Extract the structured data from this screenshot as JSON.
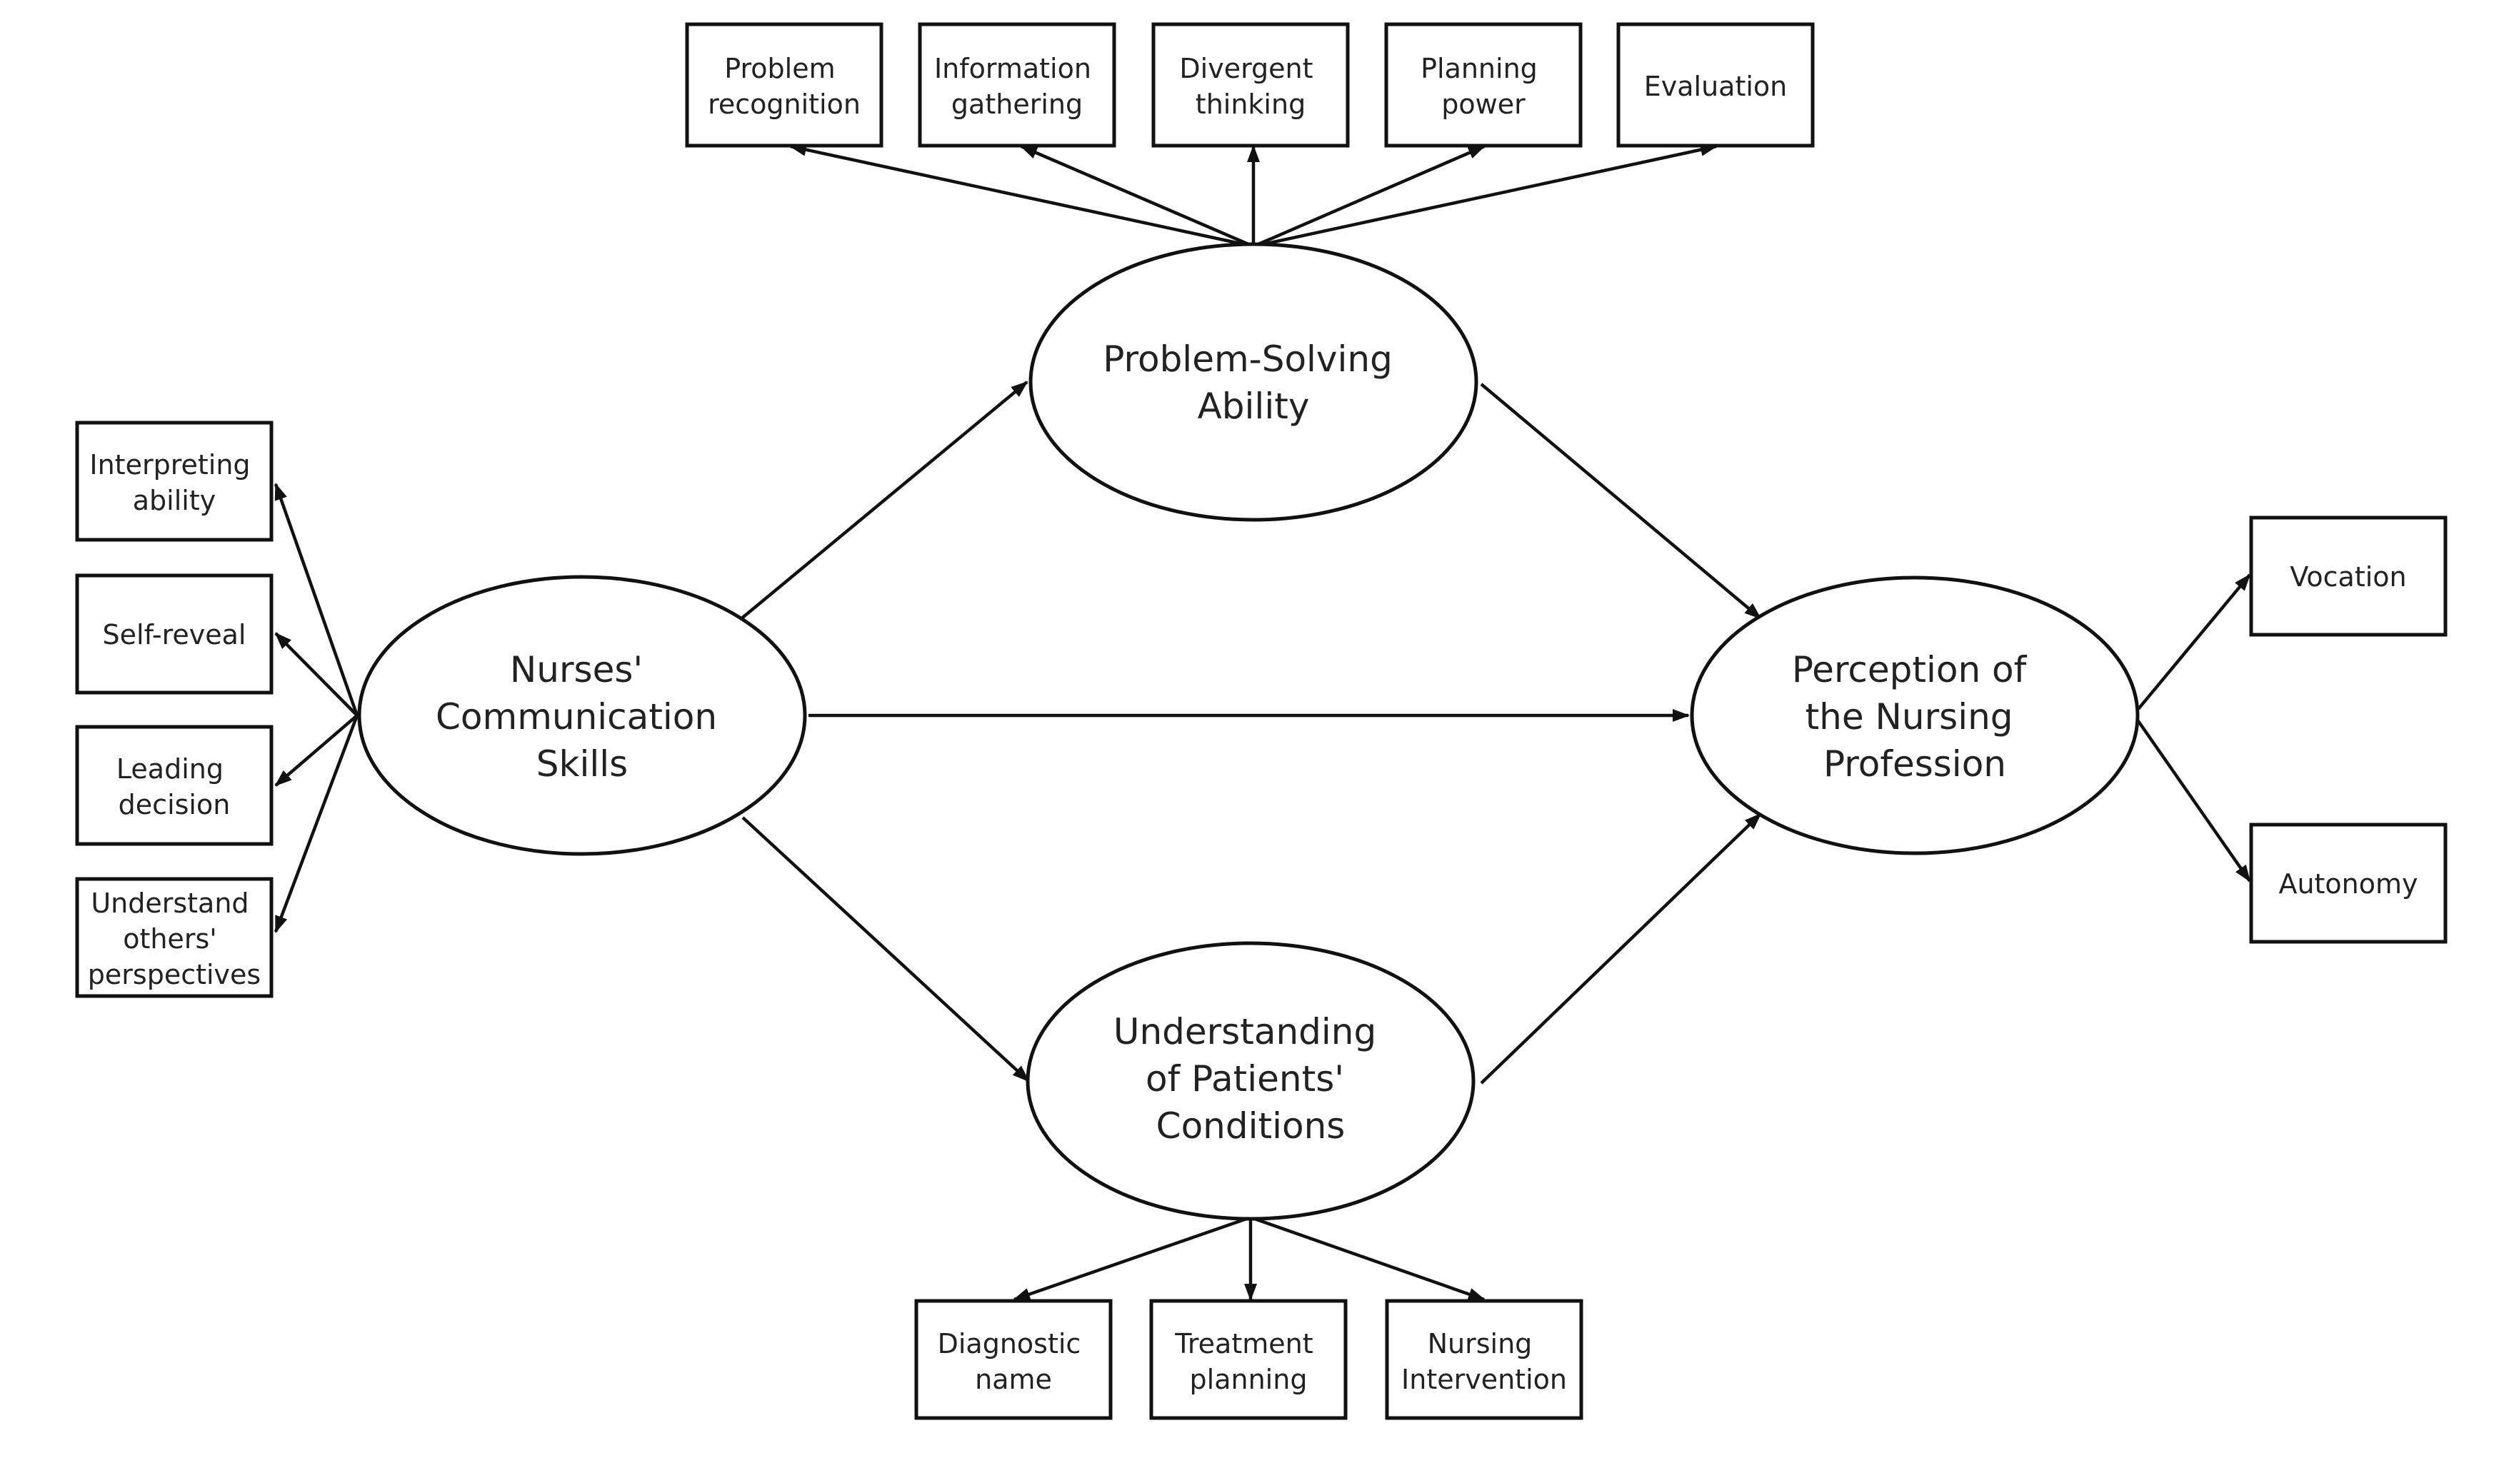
{
  "diagram": {
    "constructs": {
      "nurses_communication_skills": {
        "lines": [
          "Nurses'",
          "Communication",
          "Skills"
        ]
      },
      "problem_solving_ability": {
        "lines": [
          "Problem-Solving",
          "Ability"
        ]
      },
      "understanding_patients_conditions": {
        "lines": [
          "Understanding",
          "of Patients'",
          "Conditions"
        ]
      },
      "perception_nursing_profession": {
        "lines": [
          "Perception of",
          "the Nursing",
          "Profession"
        ]
      }
    },
    "indicators": {
      "communication": [
        {
          "lines": [
            "Interpreting",
            "ability"
          ]
        },
        {
          "lines": [
            "Self-reveal"
          ]
        },
        {
          "lines": [
            "Leading",
            "decision"
          ]
        },
        {
          "lines": [
            "Understand",
            "others'",
            "perspectives"
          ]
        }
      ],
      "problem_solving": [
        {
          "lines": [
            "Problem",
            "recognition"
          ]
        },
        {
          "lines": [
            "Information",
            "gathering"
          ]
        },
        {
          "lines": [
            "Divergent",
            "thinking"
          ]
        },
        {
          "lines": [
            "Planning",
            "power"
          ]
        },
        {
          "lines": [
            "Evaluation"
          ]
        }
      ],
      "understanding": [
        {
          "lines": [
            "Diagnostic",
            "name"
          ]
        },
        {
          "lines": [
            "Treatment",
            "planning"
          ]
        },
        {
          "lines": [
            "Nursing",
            "Intervention"
          ]
        }
      ],
      "perception": [
        {
          "lines": [
            "Vocation"
          ]
        },
        {
          "lines": [
            "Autonomy"
          ]
        }
      ]
    }
  }
}
